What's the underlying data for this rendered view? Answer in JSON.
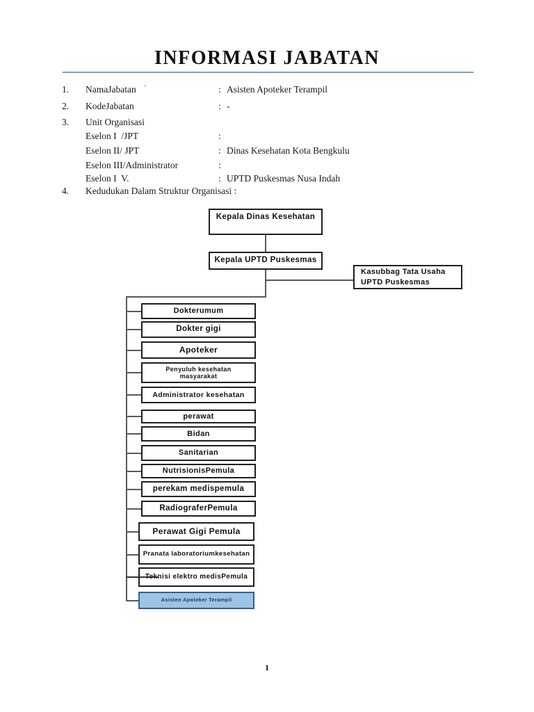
{
  "document": {
    "title": "INFORMASI JABATAN",
    "rows": [
      {
        "no": "1.",
        "label": "NamaJabatan",
        "mark": "`",
        "colon": ":",
        "value": "Asisten Apoteker Terampil"
      },
      {
        "no": "2.",
        "label": "KodeJabatan",
        "colon": ":",
        "value": "-"
      },
      {
        "no": "3.",
        "label": "Unit Organisasi"
      },
      {
        "label": "Eselon I  /JPT",
        "colon": ":",
        "value": ""
      },
      {
        "label": "Eselon II/ JPT",
        "colon": ":",
        "value": "Dinas Kesehatan Kota Bengkulu"
      },
      {
        "label": "Eselon III/Administrator",
        "colon": ":",
        "value": ""
      },
      {
        "label": "Eselon I  V.",
        "colon": ":",
        "value": "UPTD Puskesmas Nusa Indah"
      },
      {
        "no": "4.",
        "label": "Kedudukan Dalam Struktur Organisasi :"
      }
    ]
  },
  "org_chart": {
    "root": "Kepala Dinas Kesehatan",
    "child": "Kepala UPTD Puskesmas",
    "side": "Kasubbag Tata Usaha\nUPTD Puskesmas",
    "subordinates": [
      "Dokterumum",
      "Dokter gigi",
      "Apoteker",
      "Penyuluh kesehatan\nmasyarakat",
      "Administrator kesehatan",
      "perawat",
      "Bidan",
      "Sanitarian",
      "NutrisionisPemula",
      "perekam medispemula",
      "RadiograferPemula",
      "Perawat Gigi Pemula",
      "Pranata laboratoriumkesehatan",
      "Teknisi elektro medisPemula",
      "Asisten Apoteker Terampil"
    ],
    "highlighted": "Asisten Apoteker Terampil"
  },
  "colors": {
    "title_rule": "#7da2c1",
    "highlight_fill": "#9dc3e6",
    "highlight_border": "#2e5f94",
    "highlight_text": "#1f3864"
  },
  "page": {
    "number": "1"
  }
}
